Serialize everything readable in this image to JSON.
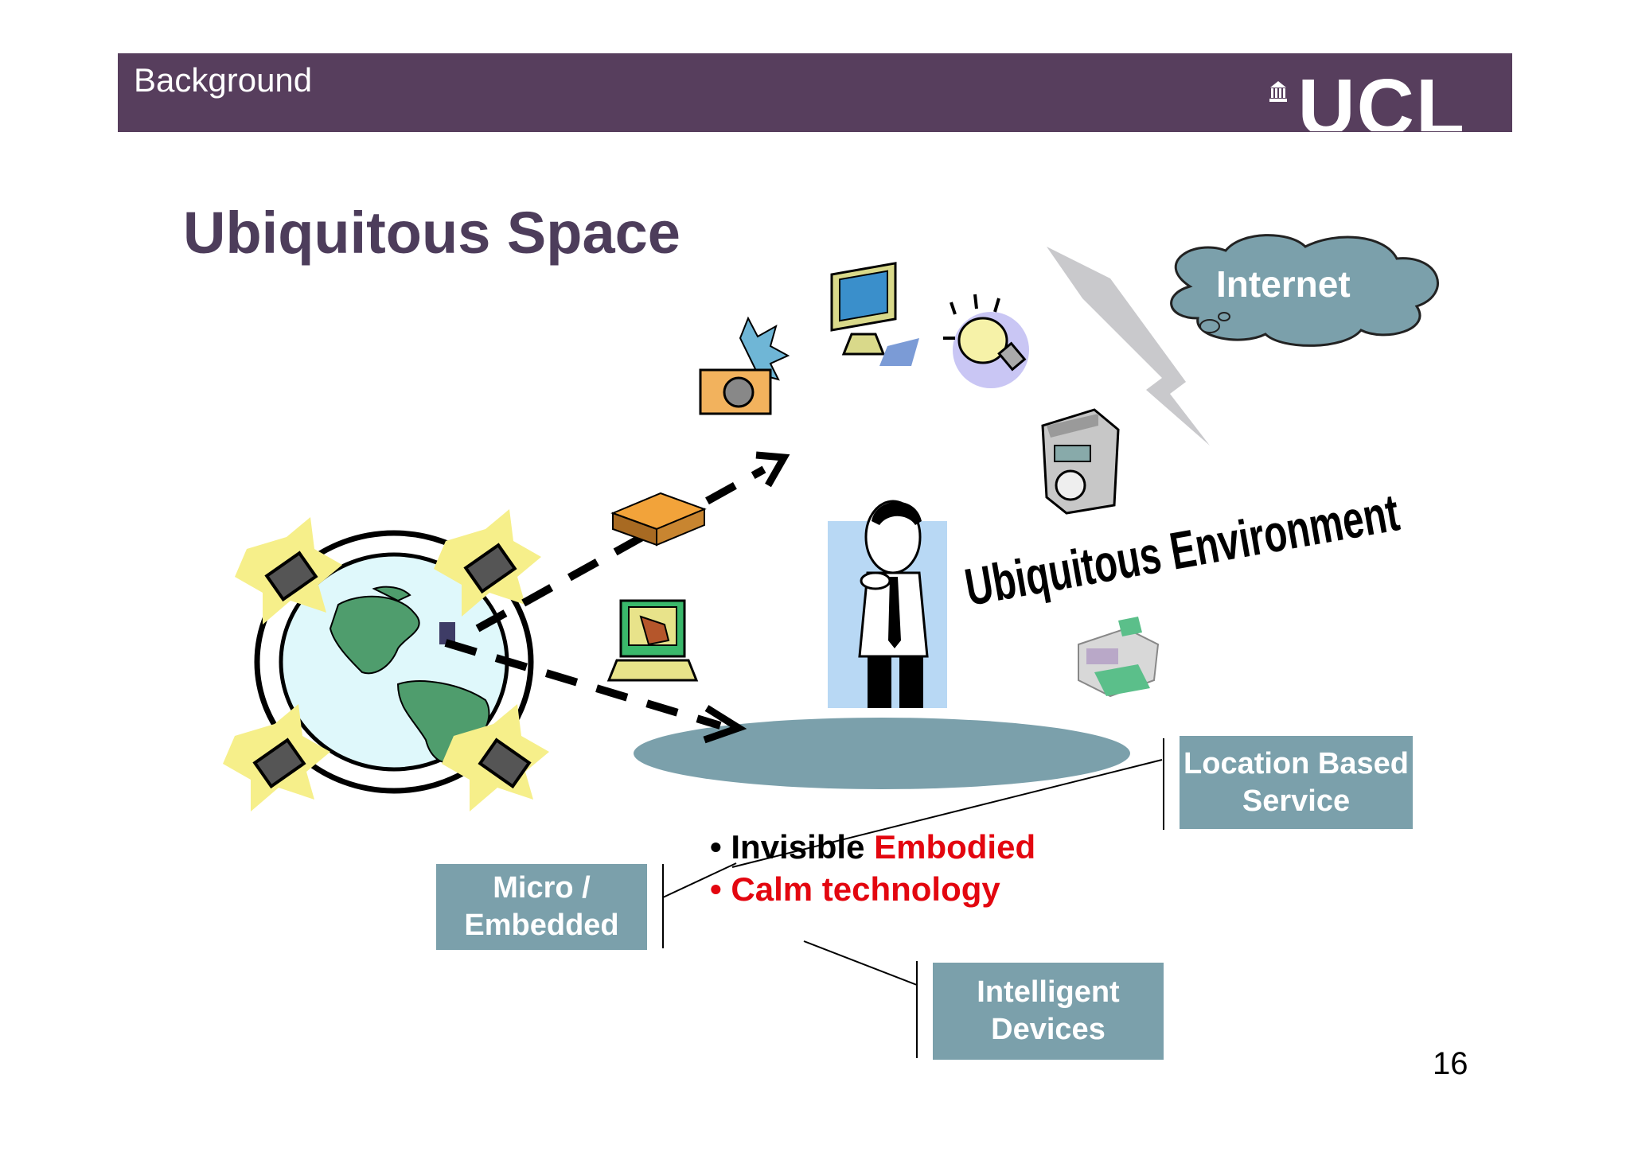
{
  "header": {
    "title": "Background",
    "logo_text": "UCL"
  },
  "slide": {
    "title": "Ubiquitous Space",
    "page_number": "16"
  },
  "diagram": {
    "internet_label": "Internet",
    "environment_label": "Ubiquitous Environment",
    "boxes": {
      "location": [
        "Location Based",
        "Service"
      ],
      "micro": [
        "Micro /",
        "Embedded"
      ],
      "intelligent": [
        "Intelligent",
        "Devices"
      ]
    },
    "bullets": {
      "first_black": "• Invisible",
      "first_red": "Embodied",
      "second": "• Calm technology"
    }
  },
  "colors": {
    "header_bg": "#573e5d",
    "title": "#4d3d5b",
    "box_bg": "#7ba0ab",
    "accent_red": "#e3060f"
  },
  "icons": [
    "globe-icon",
    "computer-icon",
    "camera-icon",
    "monitor-icon",
    "lightbulb-icon",
    "book-icon",
    "terminal-icon",
    "speaker-icon",
    "printer-icon",
    "businessman-icon",
    "lightning-icon",
    "cloud-icon"
  ]
}
